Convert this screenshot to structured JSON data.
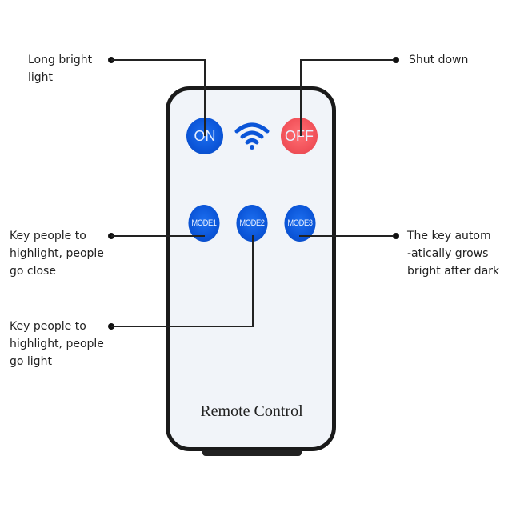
{
  "remote": {
    "title": "Remote Control",
    "buttons": {
      "on": "ON",
      "off": "OFF",
      "mode1": "MODE1",
      "mode2": "MODE2",
      "mode3": "MODE3"
    },
    "signal_icon": "wifi-icon",
    "colors": {
      "blue_button": "#0b55d8",
      "red_button": "#f2525a",
      "body": "#f1f4f9",
      "frame": "#1a1a1a"
    }
  },
  "callouts": {
    "on": [
      "Long bright",
      "light"
    ],
    "off": [
      "Shut down"
    ],
    "mode1": [
      "Key people to",
      "highlight, people",
      "go close"
    ],
    "mode2": [
      "Key people to",
      "highlight, people",
      "go light"
    ],
    "mode3": [
      "The key autom",
      "-atically grows",
      "bright after dark"
    ]
  }
}
